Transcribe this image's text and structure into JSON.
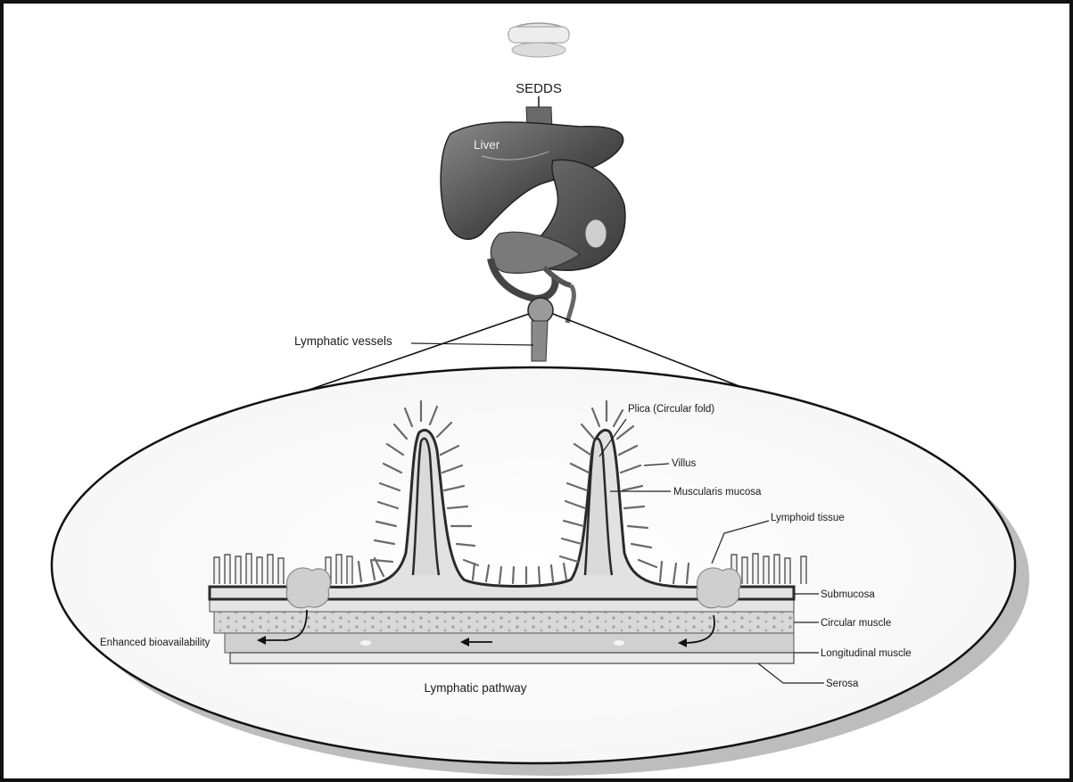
{
  "labels": {
    "sedds": "SEDDS",
    "liver": "Liver",
    "lymphatic_vessels": "Lymphatic vessels",
    "plica": "Plica (Circular fold)",
    "villus": "Villus",
    "muscularis_mucosa": "Muscularis mucosa",
    "lymphoid_tissue": "Lymphoid tissue",
    "submucosa": "Submucosa",
    "circular_muscle": "Circular muscle",
    "longitudinal_muscle": "Longitudinal muscle",
    "serosa": "Serosa",
    "enhanced_bioavailability": "Enhanced bioavailability",
    "lymphatic_pathway": "Lymphatic pathway"
  }
}
